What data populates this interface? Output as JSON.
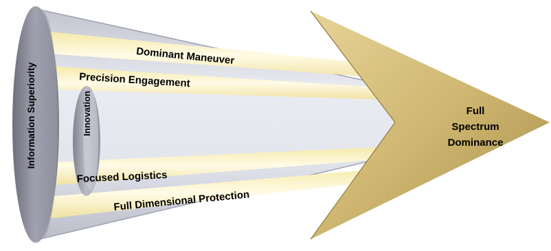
{
  "diagram": {
    "arrow_label_line1": "Full",
    "arrow_label_line2": "Spectrum",
    "arrow_label_line3": "Dominance",
    "ring_label": "Information Superiority",
    "inner_ring_label": "Innovation",
    "bands": [
      "Dominant Maneuver",
      "Precision Engagement",
      "Focused Logistics",
      "Full Dimensional Protection"
    ]
  },
  "colors": {
    "arrow_fill": "#d2bb7a",
    "ring_fill": "#8a8c99",
    "tube_fill": "#d7d9e4",
    "band_fill": "#fbf2c2"
  }
}
